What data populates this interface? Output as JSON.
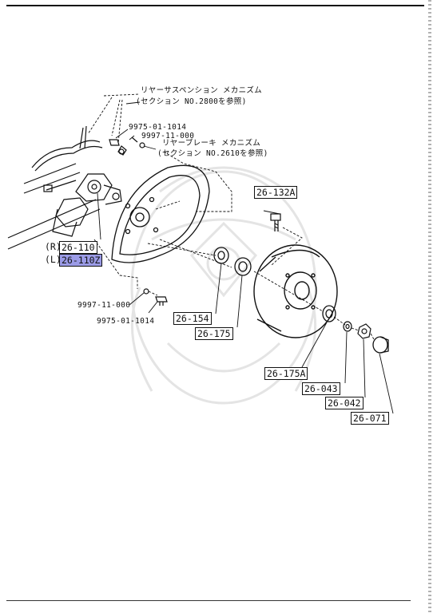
{
  "notes": {
    "suspension_ref_line1": "リヤーサスペンション メカニズム",
    "suspension_ref_line2": "(セクション NO.2800を参照)",
    "brake_ref_line1": "リヤーブレーキ メカニズム",
    "brake_ref_line2": "(セクション NO.2610を参照)"
  },
  "hardware_codes": {
    "bolt_upper": "9975-01-1014",
    "washer_upper": "9997-11-000",
    "washer_lower": "9997-11-000",
    "bolt_lower": "9975-01-1014"
  },
  "side_labels": {
    "right": "(R)",
    "left": "(L)"
  },
  "part_numbers": {
    "knuckle_right": "26-110",
    "knuckle_left": "26-110Z",
    "hub_bolt": "26-132A",
    "oil_seal": "26-154",
    "inner_bearing": "26-175",
    "outer_bearing": "26-175A",
    "washer": "26-043",
    "lock_nut": "26-042",
    "grease_cap": "26-071"
  },
  "colors": {
    "highlight": "#9b9be6",
    "ink": "#111111",
    "watermark": "#e6e6e6"
  }
}
